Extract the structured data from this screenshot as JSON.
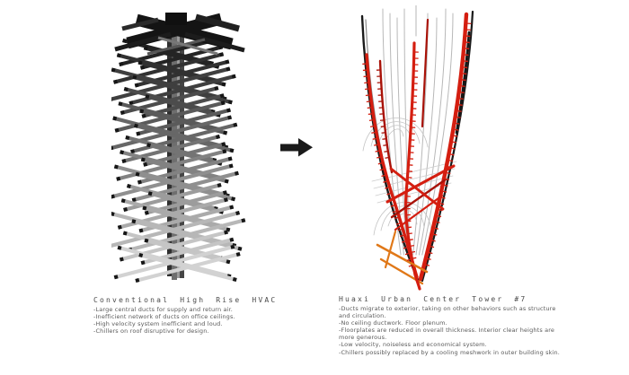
{
  "page": {
    "background": "#ffffff"
  },
  "left_panel": {
    "title": "Conventional High Rise HVAC",
    "bullets": [
      "-Large central ducts for supply and return air.",
      "-Inefficient network of ducts on office ceilings.",
      "-High velocity system inefficient and loud.",
      "-Chillers on roof disruptive for design."
    ],
    "illustration": "conventional-high-rise-hvac-tower"
  },
  "arrow": {
    "direction": "right",
    "color": "#1a1a1a"
  },
  "right_panel": {
    "title": "Huaxi Urban Center Tower #7",
    "bullets": [
      "-Ducts migrate to exterior, taking on other behaviors such as structure and circulation.",
      "-No ceiling ductwork. Floor plenum.",
      "-Floorplates are reduced in overall thickness. Interior clear heights are more generous.",
      "-Low velocity, noiseless and economical system.",
      "-Chillers possibly replaced by a cooling meshwork in outer building skin."
    ],
    "illustration": "huaxi-exterior-duct-tower"
  },
  "colors": {
    "duct_red": "#d41e10",
    "duct_red_dark": "#a81208",
    "duct_orange": "#e07818",
    "ink_black": "#1a1a1a",
    "structure_gray": "#b8b8b8",
    "contour_gray": "#c4c4c4",
    "text_gray": "#4d4d4d"
  }
}
